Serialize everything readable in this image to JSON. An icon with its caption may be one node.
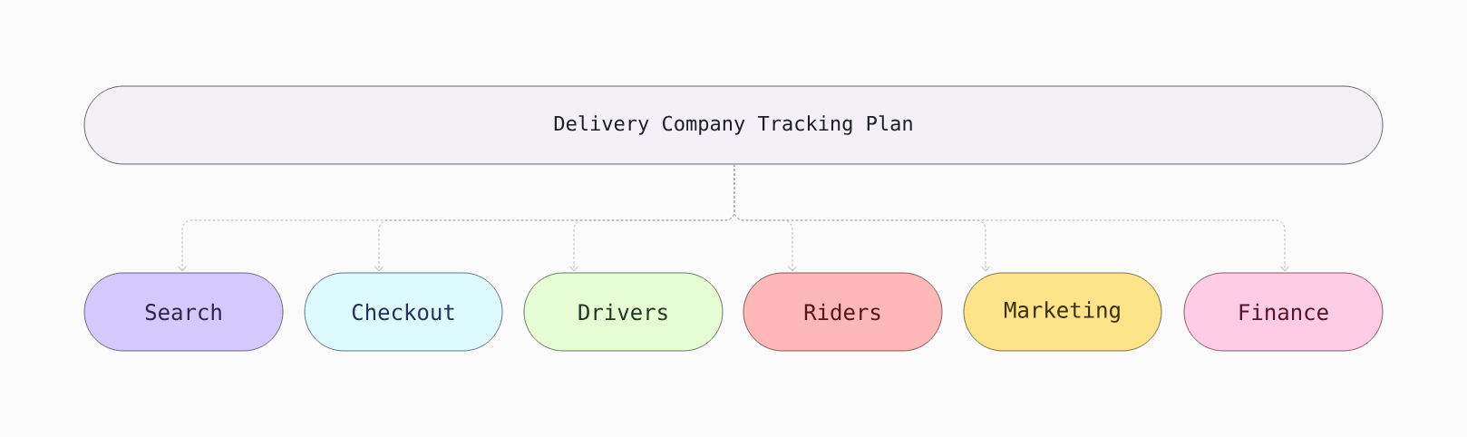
{
  "diagram": {
    "nodes": [
      {
        "text": [
          "Delivery Company Tracking Plan"
        ]
      },
      {
        "text": [
          "Search"
        ]
      },
      {
        "text": [
          "Checkout"
        ]
      },
      {
        "text": [
          "Drivers"
        ]
      },
      {
        "text": [
          "Riders"
        ]
      },
      {
        "text": [
          "Marketing"
        ]
      },
      {
        "text": [
          "Finance"
        ]
      }
    ],
    "edges": [
      {
        "from": 0,
        "to": 1,
        "arrow": "to",
        "style": "dashed"
      },
      {
        "from": 0,
        "to": 2,
        "arrow": "to",
        "style": "dashed"
      },
      {
        "from": 0,
        "to": 3,
        "arrow": "to",
        "style": "dashed"
      },
      {
        "from": 0,
        "to": 4,
        "arrow": "to",
        "style": "dashed"
      },
      {
        "from": 0,
        "to": 5,
        "arrow": "to",
        "style": "dashed"
      },
      {
        "from": 0,
        "to": 6,
        "arrow": "to",
        "style": "dashed"
      }
    ]
  }
}
